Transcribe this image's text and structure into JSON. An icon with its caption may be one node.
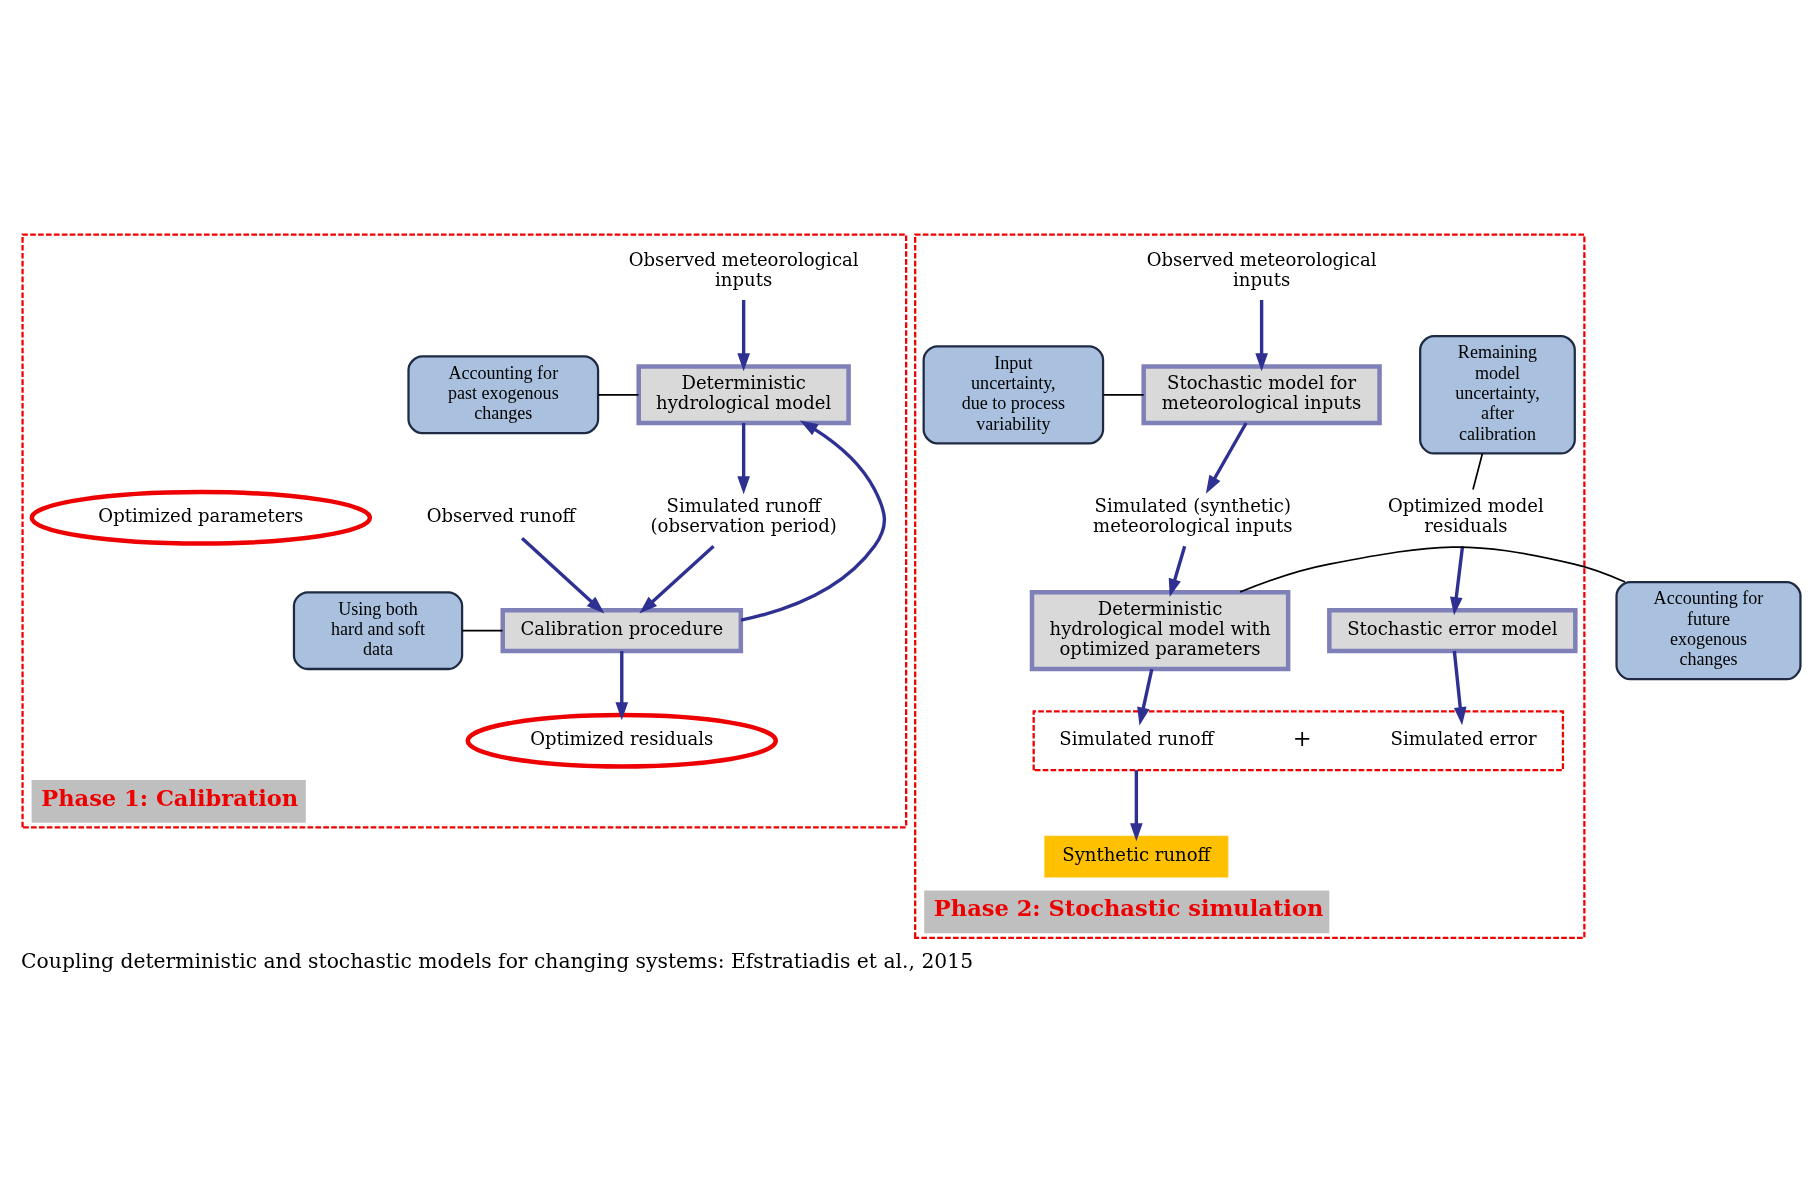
{
  "diagram": {
    "caption": "Coupling deterministic and stochastic models for changing systems: Efstratiadis et al., 2015",
    "nodes": [
      {
        "text": [
          "Phase 1: Calibration"
        ]
      },
      {
        "text": [
          "Observed meteorological inputs"
        ],
        "in": 0
      },
      {
        "text": [
          "Deterministic hydrological model"
        ],
        "in": 0
      },
      {
        "text": [
          "Accounting for past exogenous changes"
        ],
        "in": 0
      },
      {
        "text": [
          "Optimized parameters"
        ],
        "in": 0
      },
      {
        "text": [
          "Simulated runoff (observation period)"
        ],
        "in": 0
      },
      {
        "text": [
          "Calibration procedure"
        ],
        "in": 0
      },
      {
        "text": [
          "Using both hard and soft data"
        ],
        "in": 0
      },
      {
        "text": [
          "Observed runoff"
        ],
        "in": 0
      },
      {
        "text": [
          "Optimized residuals"
        ],
        "in": 0
      },
      {
        "text": [
          "Phase 2: Stochastic simulation"
        ]
      },
      {
        "text": [
          "Observed meteorological inputs"
        ],
        "in": 10
      },
      {
        "text": [
          "Input uncertainty, due to process variability"
        ],
        "in": 10
      },
      {
        "text": [
          "Stochastic model for meteorological inputs"
        ],
        "in": 10
      },
      {
        "text": [
          "Simulated (synthetic) meteorological inputs"
        ],
        "in": 10
      },
      {
        "text": [
          "Accounting for future exogenous changes"
        ]
      },
      {
        "text": [
          "Remaining model uncertainty, after calibration"
        ],
        "in": 10
      },
      {
        "text": [
          "Optimized model residuals"
        ],
        "in": 10
      },
      {
        "text": [
          "Deterministic hydrological model with optimized parameters"
        ],
        "in": 10
      },
      {
        "text": [
          "Stochastic error model"
        ],
        "in": 10
      },
      {
        "text": [],
        "shape": "box",
        "in": 10
      },
      {
        "text": [
          "Simulated runoff"
        ],
        "in": 20
      },
      {
        "text": [
          "Simulated error"
        ],
        "in": 20
      },
      {
        "text": [
          "Synthetic runoff"
        ],
        "in": 10
      }
    ],
    "edges": [
      {
        "from": 1,
        "to": 2,
        "arrow": "to"
      },
      {
        "from": 2,
        "to": 5,
        "arrow": "to"
      },
      {
        "from": 5,
        "to": 6,
        "arrow": "to"
      },
      {
        "from": 8,
        "to": 6,
        "arrow": "to"
      },
      {
        "from": 6,
        "to": 2,
        "arrow": "to"
      },
      {
        "from": 6,
        "to": 9,
        "arrow": "to"
      },
      {
        "from": 3,
        "to": 2,
        "arrow": "none",
        "color": "#000000"
      },
      {
        "from": 7,
        "to": 6,
        "arrow": "none",
        "color": "#000000"
      },
      {
        "from": 11,
        "to": 13,
        "arrow": "to"
      },
      {
        "from": 13,
        "to": 14,
        "arrow": "to"
      },
      {
        "from": 14,
        "to": 18,
        "arrow": "to"
      },
      {
        "from": 12,
        "to": 13,
        "arrow": "none",
        "color": "#000000"
      },
      {
        "from": 15,
        "to": 18,
        "arrow": "none",
        "color": "#000000"
      },
      {
        "from": 16,
        "to": 17,
        "arrow": "none",
        "color": "#000000"
      },
      {
        "from": 17,
        "to": 19,
        "arrow": "to"
      },
      {
        "from": 18,
        "to": 21,
        "arrow": "to"
      },
      {
        "from": 19,
        "to": 22,
        "arrow": "to"
      },
      {
        "from": 20,
        "to": 23,
        "arrow": "to"
      }
    ],
    "labels": [
      "+"
    ]
  }
}
